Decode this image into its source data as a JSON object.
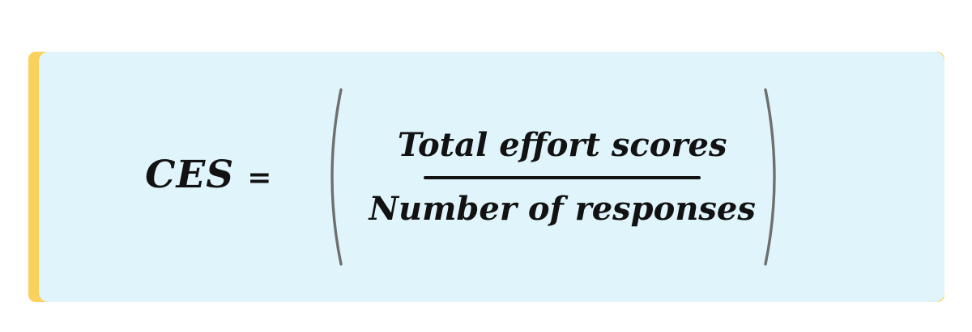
{
  "colors": {
    "accent_yellow": "#f9d15c",
    "card_blue": "#e0f5fb",
    "parenthesis_gray": "#6f6f6f",
    "text_black": "#121212"
  },
  "formula": {
    "result_label": "CES",
    "equals_sign": "=",
    "numerator": "Total effort scores",
    "denominator": "Number of responses"
  }
}
